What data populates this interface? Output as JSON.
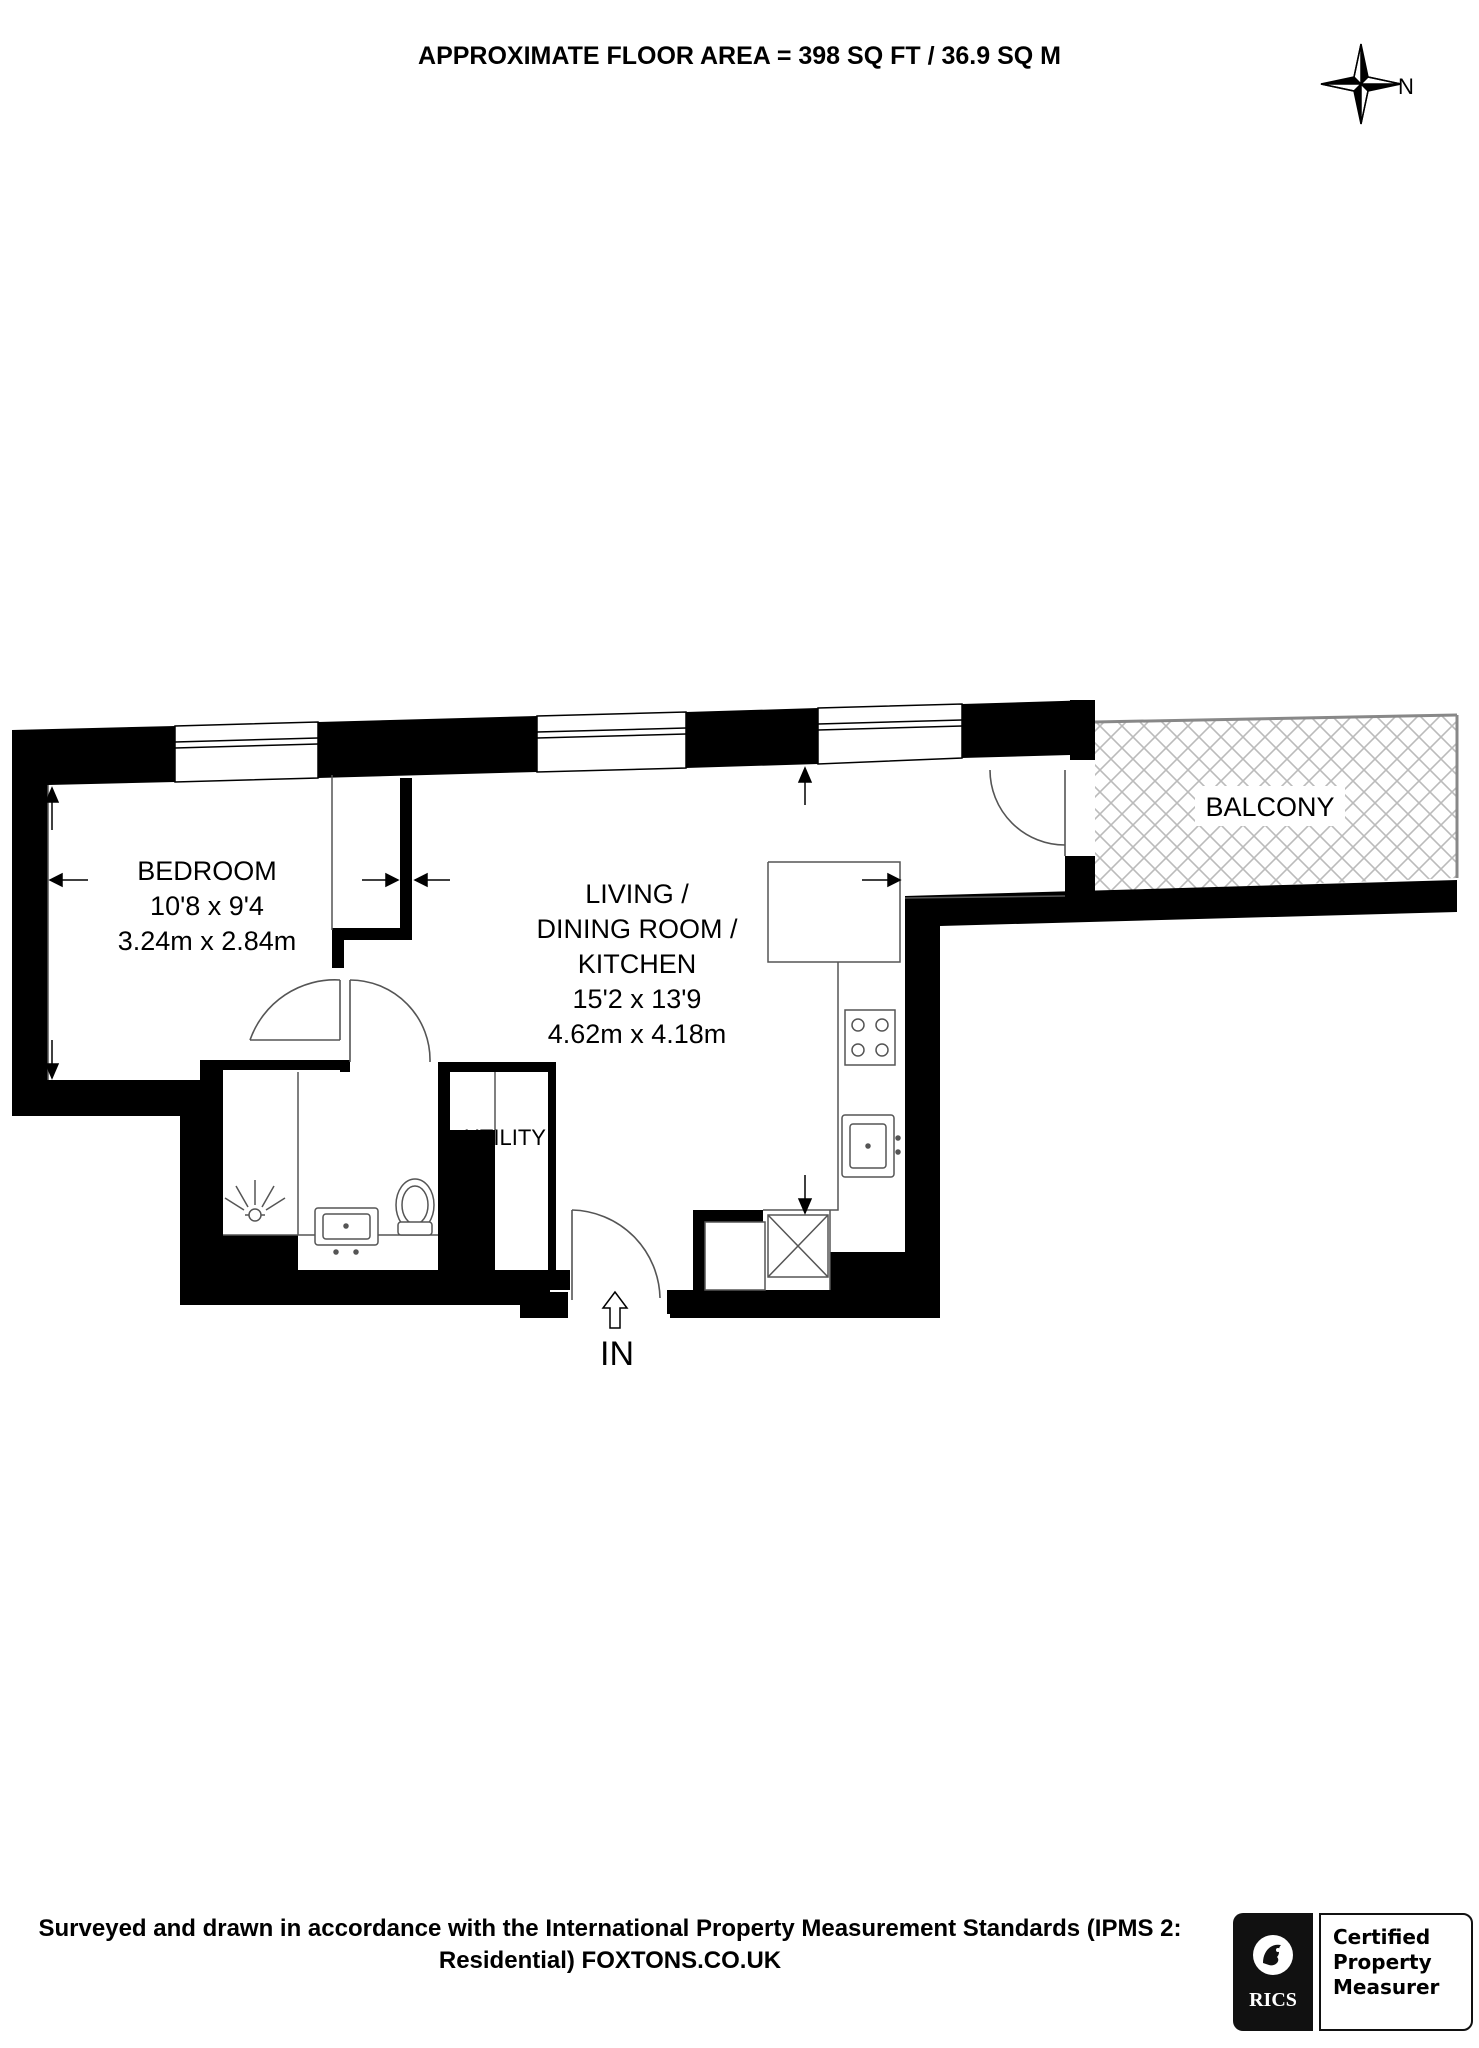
{
  "header": {
    "floor_area": "APPROXIMATE FLOOR AREA = 398 SQ FT / 36.9 SQ M"
  },
  "compass": {
    "north_label": "N",
    "icon": "compass-rose-icon"
  },
  "rooms": {
    "bedroom": {
      "name": "BEDROOM",
      "size_imperial": "10'8 x 9'4",
      "size_metric": "3.24m x 2.84m"
    },
    "living": {
      "name_line1": "LIVING /",
      "name_line2": "DINING ROOM /",
      "name_line3": "KITCHEN",
      "size_imperial": "15'2 x 13'9",
      "size_metric": "4.62m x 4.18m"
    },
    "utility": {
      "name": "UTILITY"
    },
    "balcony": {
      "name": "BALCONY"
    }
  },
  "entrance": {
    "label": "IN"
  },
  "footer": {
    "line1": "Surveyed and drawn in accordance with the International Property Measurement Standards (IPMS 2:",
    "line2": "Residential) FOXTONS.CO.UK"
  },
  "rics": {
    "brand": "RICS",
    "line1": "Certified",
    "line2": "Property",
    "line3": "Measurer"
  },
  "colors": {
    "wall": "#000000",
    "background": "#ffffff",
    "fixture_line": "#555555",
    "balcony_hatch": "#bbbbbb"
  }
}
